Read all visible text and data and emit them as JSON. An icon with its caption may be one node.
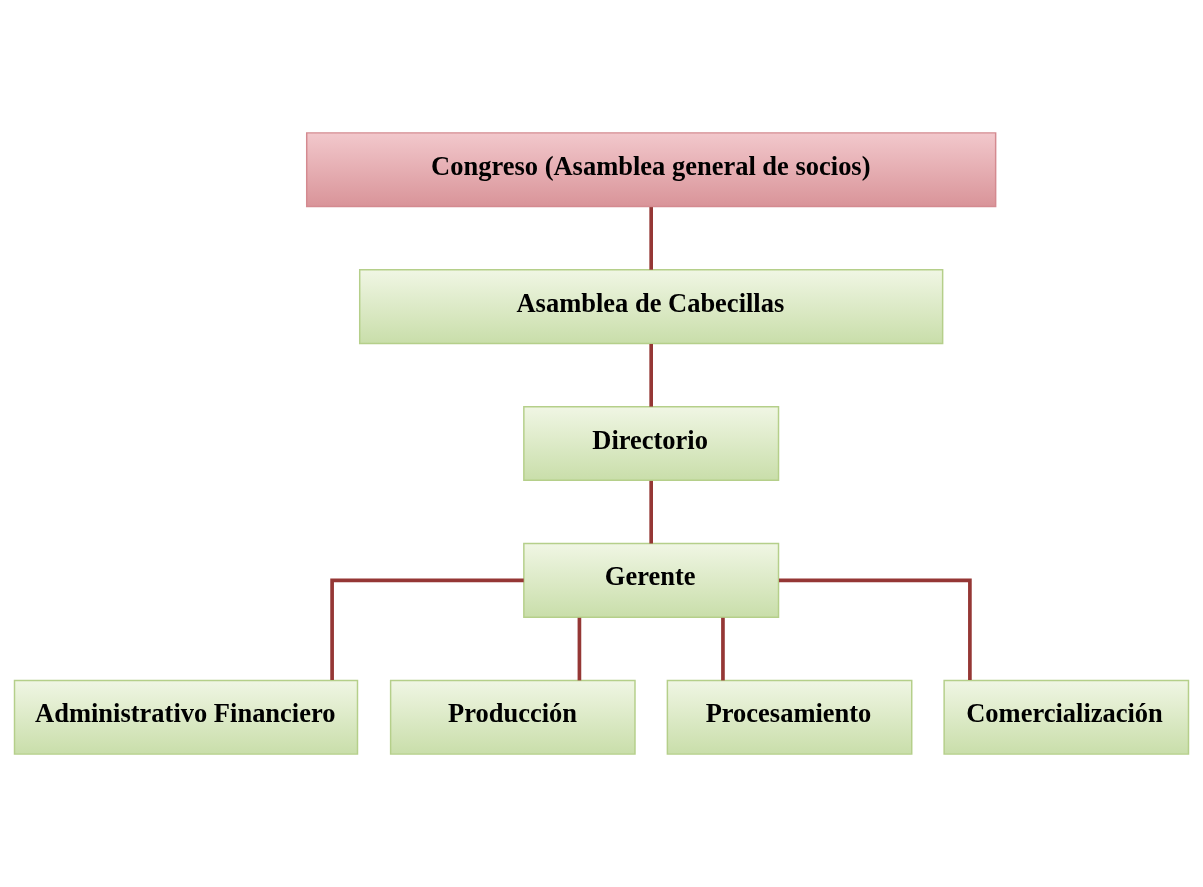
{
  "diagram": {
    "nodes": [
      {
        "text": [
          "Congreso (Asamblea general de socios)"
        ]
      },
      {
        "text": [
          "Asamblea de Cabecillas"
        ]
      },
      {
        "text": [
          "Directorio"
        ]
      },
      {
        "text": [
          "Gerente"
        ]
      },
      {
        "text": [
          "Administrativo Financiero"
        ]
      },
      {
        "text": [
          "Producción"
        ]
      },
      {
        "text": [
          "Procesamiento"
        ]
      },
      {
        "text": [
          "Comercialización"
        ]
      }
    ],
    "edges": [
      {
        "from": 0,
        "to": 1,
        "arrow": "none"
      },
      {
        "from": 1,
        "to": 2,
        "arrow": "none"
      },
      {
        "from": 2,
        "to": 3,
        "arrow": "none"
      },
      {
        "from": 3,
        "to": 4,
        "arrow": "none"
      },
      {
        "from": 3,
        "to": 5,
        "arrow": "none"
      },
      {
        "from": 3,
        "to": 6,
        "arrow": "none"
      },
      {
        "from": 3,
        "to": 7,
        "arrow": "none"
      }
    ]
  }
}
